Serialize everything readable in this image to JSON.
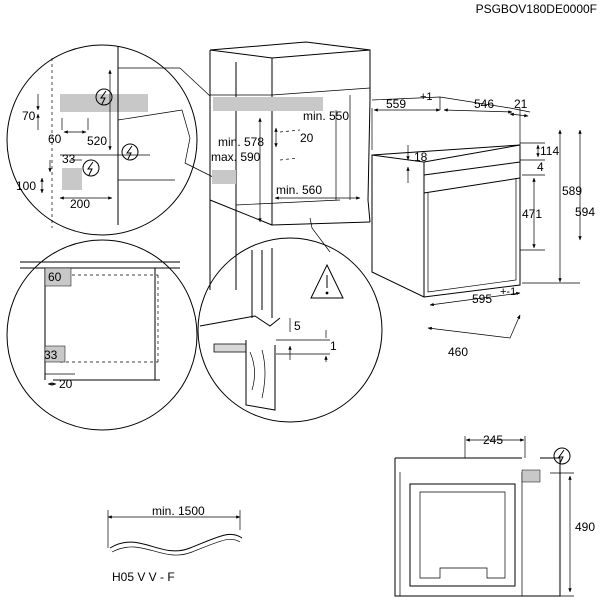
{
  "product_code": "PSGBOV180DE0000F",
  "colors": {
    "line": "#000000",
    "socket_area": "#c8c8c8",
    "background": "#ffffff"
  },
  "detail_top_left": {
    "labels": {
      "d70": "70",
      "d60": "60",
      "d520": "520",
      "d33": "33",
      "d100": "100",
      "d200": "200"
    },
    "icons": [
      "electric-hazard-icon",
      "electric-hazard-icon",
      "electric-hazard-icon"
    ]
  },
  "cabinet": {
    "labels": {
      "min550": "min. 550",
      "min578": "min. 578",
      "max590": "max. 590",
      "d20": "20",
      "min560": "min. 560"
    }
  },
  "oven": {
    "labels": {
      "w559": "559",
      "w559_tol": "+1",
      "w546": "546",
      "w21": "21",
      "d18": "18",
      "d114": "114",
      "d4": "4",
      "h589": "589",
      "h594": "594",
      "h471": "471",
      "w595": "595",
      "w595_tol": "+-1",
      "d460": "460"
    }
  },
  "detail_bottom_left": {
    "labels": {
      "d60": "60",
      "d33": "33",
      "d20": "20"
    }
  },
  "detail_warning": {
    "labels": {
      "d5": "5",
      "d1": "1"
    },
    "icons": [
      "warning-triangle-icon"
    ]
  },
  "cable": {
    "labels": {
      "length": "min. 1500",
      "type": "H05 V V - F"
    }
  },
  "front_view": {
    "labels": {
      "w245": "245",
      "h490": "490"
    },
    "icons": [
      "electric-hazard-icon"
    ]
  }
}
